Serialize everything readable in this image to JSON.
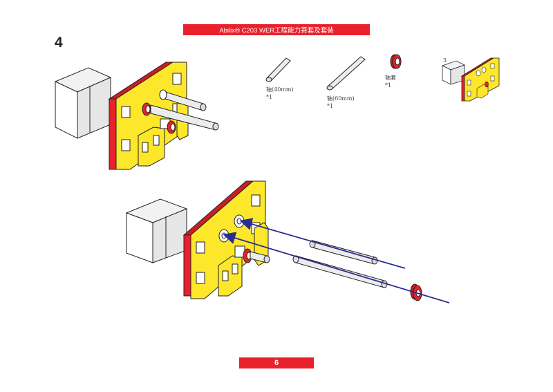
{
  "header": {
    "title": "Abilix® C203 WER工程能力赛套及套装"
  },
  "step": {
    "number": "4"
  },
  "parts": [
    {
      "name": "轴(40mm)",
      "qty": "*1"
    },
    {
      "name": "轴(60mm)",
      "qty": "*1"
    },
    {
      "name": "轴套",
      "qty": "*1"
    }
  ],
  "preview": {
    "ref_number": "3"
  },
  "footer": {
    "page_number": "6"
  },
  "colors": {
    "accent_red": "#e8212b",
    "part_yellow": "#fce72b",
    "arrow_blue": "#2a2d8f"
  }
}
